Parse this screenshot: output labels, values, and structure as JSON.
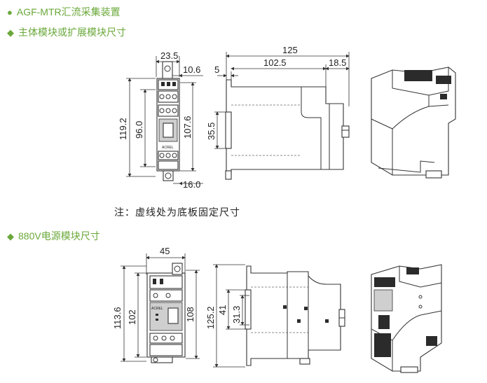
{
  "headers": {
    "h1": {
      "bullet": "●",
      "text": "AGF-MTR汇流采集装置"
    },
    "h2": {
      "bullet": "◆",
      "text": "主体模块或扩展模块尺寸"
    },
    "h3": {
      "bullet": "◆",
      "text": "880V电源模块尺寸"
    }
  },
  "note": "注：虚线处为底板固定尺寸",
  "main_module": {
    "front": {
      "width": "23.5",
      "depth_top": "10.6",
      "height_total": "119.2",
      "height_inner": "96.0",
      "height_body": "107.6",
      "bottom": "16.0"
    },
    "side": {
      "depth": "125",
      "depth_mid": "102.5",
      "depth_right": "18.5",
      "depth_left": "5",
      "rail": "35.5"
    },
    "label_brand": "ACREL"
  },
  "power_module": {
    "front": {
      "width": "45",
      "height_total": "113.6",
      "height_inner": "102",
      "height_body": "108"
    },
    "side": {
      "height_total": "125.2",
      "height_mid": "41",
      "height_rail": "31.3"
    },
    "label_brand": "ACREL"
  }
}
